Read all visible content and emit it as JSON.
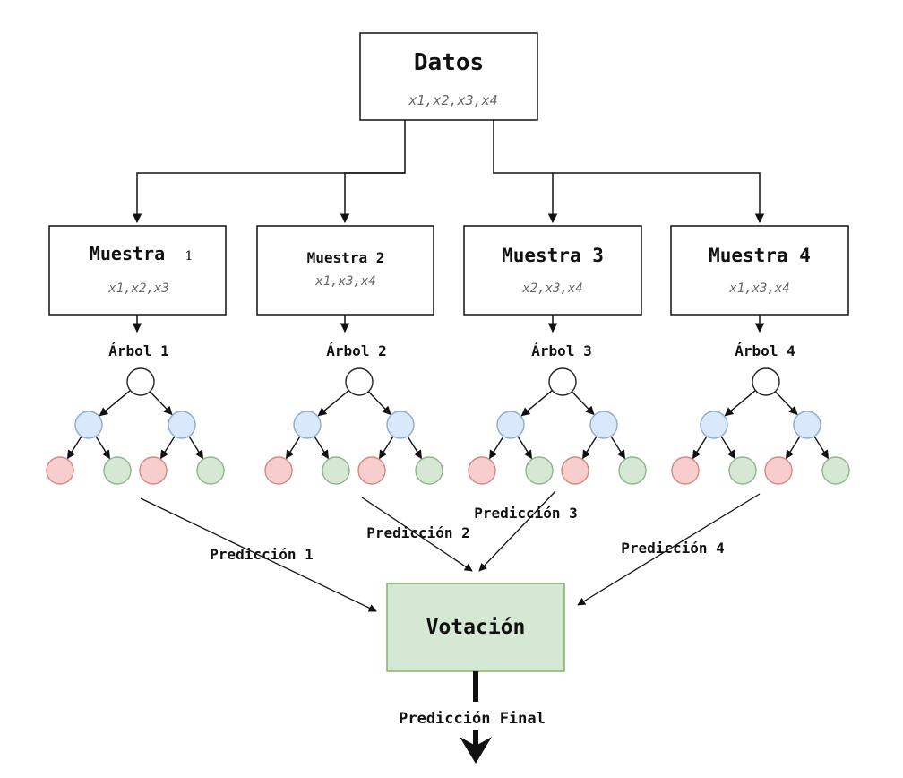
{
  "datos": {
    "title": "Datos",
    "features": "x1,x2,x3,x4"
  },
  "samples": [
    {
      "title": "Muestra",
      "index": "1",
      "features": "x1,x2,x3",
      "tree": "Árbol 1",
      "prediction": "Predicción 1"
    },
    {
      "title": "Muestra 2",
      "index": "",
      "features": "x1,x3,x4",
      "tree": "Árbol 2",
      "prediction": "Predicción 2"
    },
    {
      "title": "Muestra 3",
      "index": "",
      "features": "x2,x3,x4",
      "tree": "Árbol 3",
      "prediction": "Predicción 3"
    },
    {
      "title": "Muestra 4",
      "index": "",
      "features": "x1,x3,x4",
      "tree": "Árbol 4",
      "prediction": "Predicción 4"
    }
  ],
  "votacion": {
    "label": "Votación"
  },
  "final": {
    "label": "Predicción Final"
  },
  "colors": {
    "root_node": "#ffffff",
    "internal_node": "#dae8fc",
    "internal_stroke": "#8fa9d6",
    "leaf_red": "#f8cecc",
    "leaf_red_stroke": "#d08a86",
    "leaf_green": "#d5e8d4",
    "leaf_green_stroke": "#8fb58c",
    "vote_fill": "#d5e8d4",
    "vote_stroke": "#82b366"
  }
}
